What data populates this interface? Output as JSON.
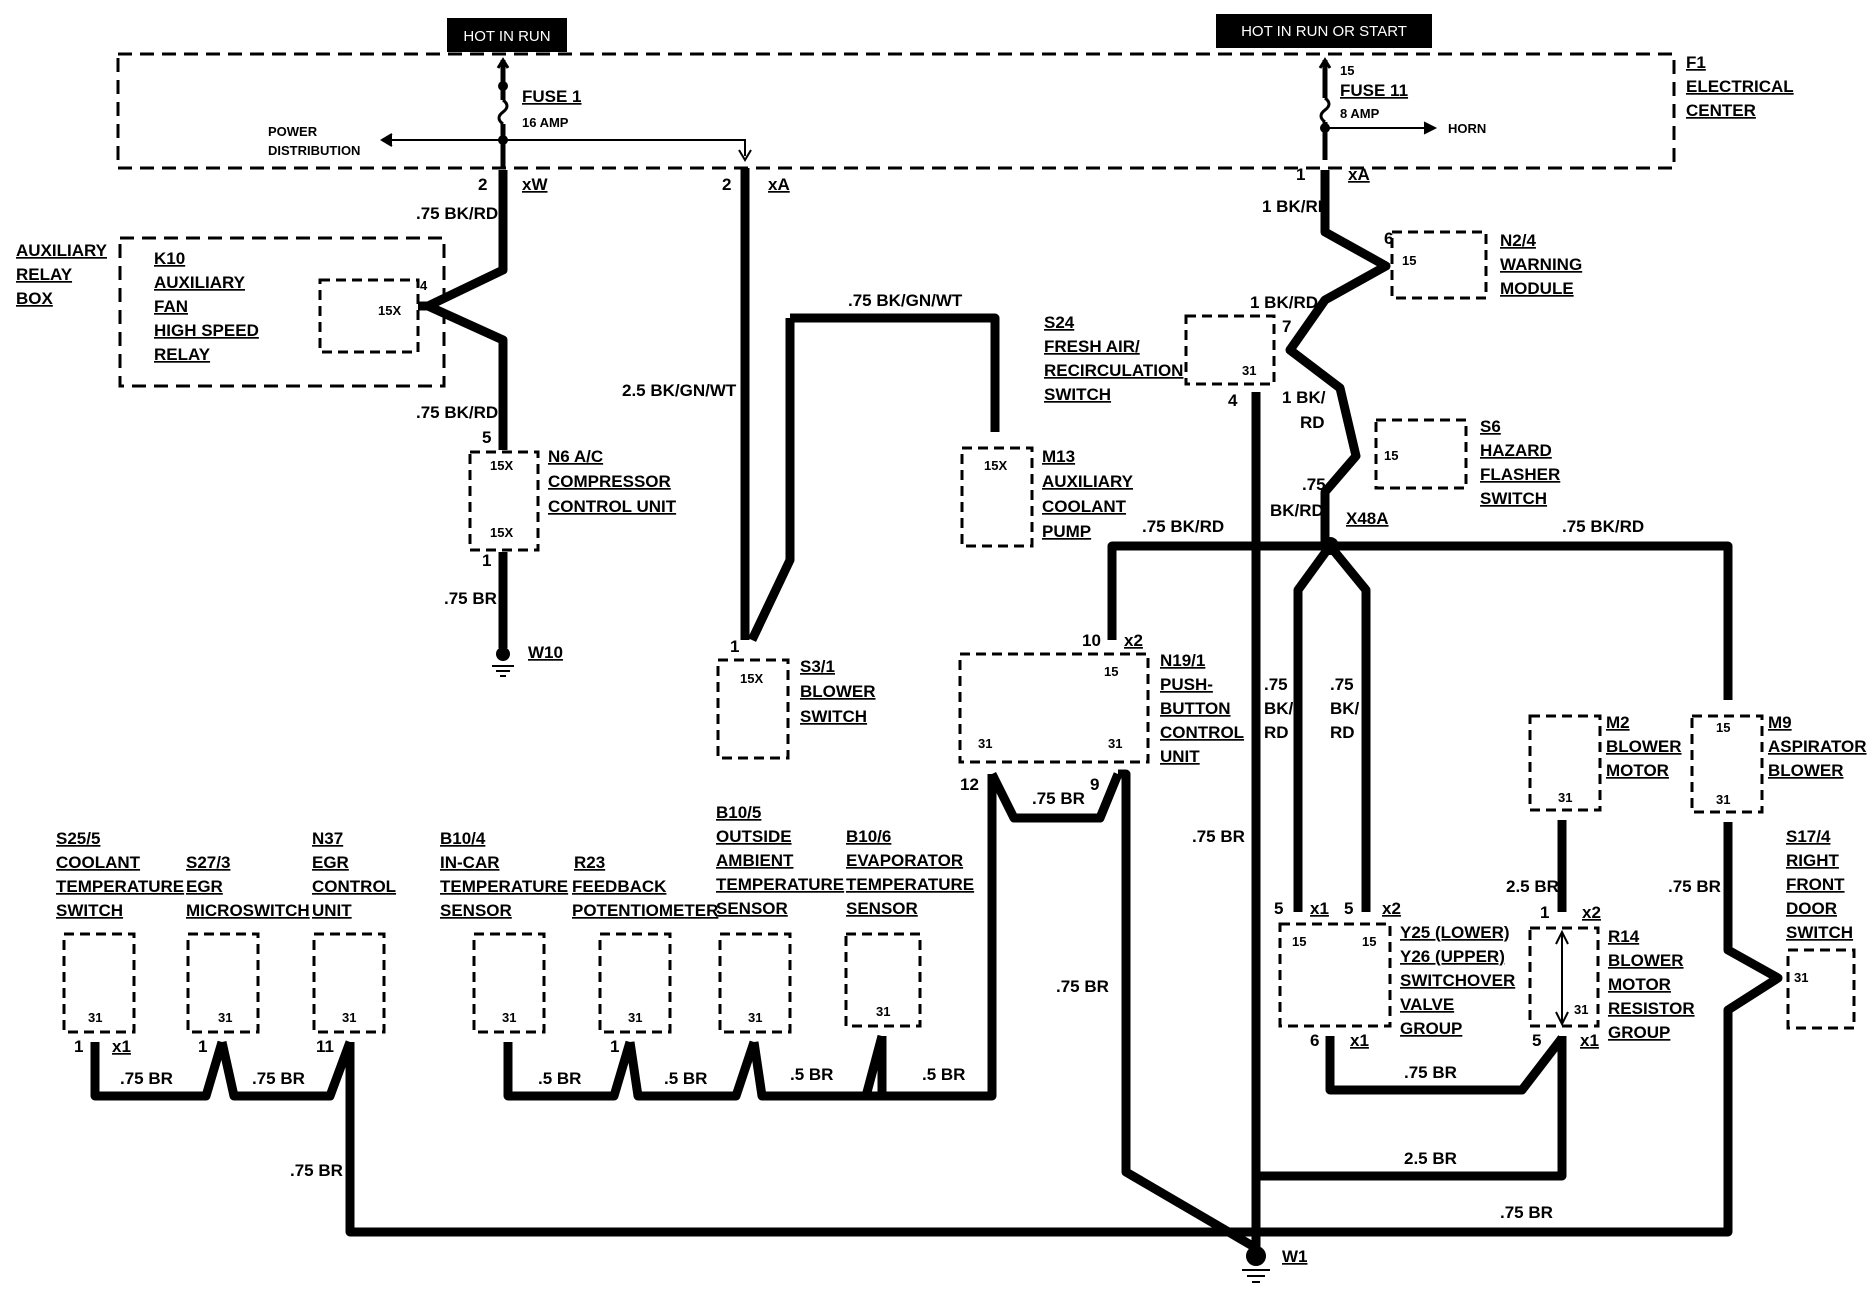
{
  "header": {
    "hot_in_run": "HOT IN RUN",
    "hot_in_run_or_start": "HOT IN RUN OR START"
  },
  "electrical_center": {
    "id": "F1",
    "line1": "ELECTRICAL",
    "line2": "CENTER"
  },
  "fuse1": {
    "name": "FUSE 1",
    "rating": "16 AMP"
  },
  "fuse11": {
    "name": "FUSE 11",
    "rating": "8 AMP",
    "pin": "15"
  },
  "power_distribution": {
    "line1": "POWER",
    "line2": "DISTRIBUTION"
  },
  "horn": "HORN",
  "aux_relay_box": {
    "line1": "AUXILIARY",
    "line2": "RELAY",
    "line3": "BOX"
  },
  "k10": {
    "id": "K10",
    "line1": "AUXILIARY",
    "line2": "FAN",
    "line3": "HIGH SPEED",
    "line4": "RELAY",
    "pin_label": "15X",
    "pin": "4"
  },
  "n6": {
    "id": "N6 A/C",
    "line1": "COMPRESSOR",
    "line2": "CONTROL UNIT",
    "pin_top": "15X",
    "pin_bottom": "15X",
    "pin5": "5",
    "pin1": "1"
  },
  "w10": "W10",
  "s3_1": {
    "id": "S3/1",
    "line1": "BLOWER",
    "line2": "SWITCH",
    "pin_label": "15X",
    "pin": "1"
  },
  "m13": {
    "id": "M13",
    "line1": "AUXILIARY",
    "line2": "COOLANT",
    "line3": "PUMP",
    "pin_label": "15X"
  },
  "s24": {
    "id": "S24",
    "line1": "FRESH AIR/",
    "line2": "RECIRCULATION",
    "line3": "SWITCH",
    "pin_label": "31",
    "pin7": "7",
    "pin4": "4"
  },
  "n2_4": {
    "id": "N2/4",
    "line1": "WARNING",
    "line2": "MODULE",
    "pin_label": "15",
    "pin": "6"
  },
  "s6": {
    "id": "S6",
    "line1": "HAZARD",
    "line2": "FLASHER",
    "line3": "SWITCH",
    "pin_label": "15"
  },
  "x48a": "X48A",
  "n19_1": {
    "id": "N19/1",
    "line1": "PUSH-",
    "line2": "BUTTON",
    "line3": "CONTROL",
    "line4": "UNIT",
    "pin15": "15",
    "pin31a": "31",
    "pin31b": "31",
    "pin10": "10",
    "pin12": "12",
    "pin9": "9",
    "conn": "x2"
  },
  "m2": {
    "id": "M2",
    "line1": "BLOWER",
    "line2": "MOTOR",
    "pin_label": "31"
  },
  "m9": {
    "id": "M9",
    "line1": "ASPIRATOR",
    "line2": "BLOWER",
    "pin15": "15",
    "pin31": "31"
  },
  "s17_4": {
    "id": "S17/4",
    "line1": "RIGHT",
    "line2": "FRONT",
    "line3": "DOOR",
    "line4": "SWITCH",
    "pin_label": "31"
  },
  "y25": {
    "line1": "Y25 (LOWER)",
    "line2": "Y26 (UPPER)",
    "line3": "SWITCHOVER",
    "line4": "VALVE",
    "line5": "GROUP",
    "pin15a": "15",
    "pin15b": "15",
    "pin5a": "5",
    "pin5b": "5",
    "pin6": "6",
    "conn1": "x1",
    "conn2": "x2",
    "conn3": "x1"
  },
  "r14": {
    "id": "R14",
    "line1": "BLOWER",
    "line2": "MOTOR",
    "line3": "RESISTOR",
    "line4": "GROUP",
    "pin31": "31",
    "pin1": "1",
    "pin5": "5",
    "conn1": "x2",
    "conn2": "x1"
  },
  "s25_5": {
    "id": "S25/5",
    "line1": "COOLANT",
    "line2": "TEMPERATURE",
    "line3": "SWITCH",
    "pin_label": "31",
    "pin": "1",
    "conn": "x1"
  },
  "s27_3": {
    "id": "S27/3",
    "line1": "EGR",
    "line2": "MICROSWITCH",
    "pin_label": "31",
    "pin": "1"
  },
  "n37": {
    "id": "N37",
    "line1": "EGR",
    "line2": "CONTROL",
    "line3": "UNIT",
    "pin_label": "31",
    "pin": "11"
  },
  "b10_4": {
    "id": "B10/4",
    "line1": "IN-CAR",
    "line2": "TEMPERATURE",
    "line3": "SENSOR",
    "pin_label": "31"
  },
  "r23": {
    "id": "R23",
    "line1": "FEEDBACK",
    "line2": "POTENTIOMETER",
    "pin_label": "31",
    "pin": "1"
  },
  "b10_5": {
    "id": "B10/5",
    "line1": "OUTSIDE",
    "line2": "AMBIENT",
    "line3": "TEMPERATURE",
    "line4": "SENSOR",
    "pin_label": "31"
  },
  "b10_6": {
    "id": "B10/6",
    "line1": "EVAPORATOR",
    "line2": "TEMPERATURE",
    "line3": "SENSOR",
    "pin_label": "31"
  },
  "w1": "W1",
  "conn": {
    "xW": "xW",
    "xA1": "xA",
    "xA2": "xA",
    "pin2a": "2",
    "pin2b": "2",
    "pin1": "1"
  },
  "wires": {
    "w_075bkrd_a": ".75 BK/RD",
    "w_075bkrd_b": ".75 BK/RD",
    "w_075br_w10": ".75 BR",
    "w_25bkgnwt": "2.5 BK/GN/WT",
    "w_075bkgnwt": ".75 BK/GN/WT",
    "w_1bkrd_a": "1 BK/RD",
    "w_1bkrd_b": "1 BK/RD",
    "w_1bk": "1 BK/",
    "w_rd": "RD",
    "w_075": ".75",
    "w_bkrd": "BK/RD",
    "w_075bkrd_n19": ".75 BK/RD",
    "w_075bkrd_m9": ".75 BK/RD",
    "w_075_y25a": ".75",
    "w_bk_y25a": "BK/",
    "w_rd_y25a": "RD",
    "w_075_y25b": ".75",
    "w_bk_y25b": "BK/",
    "w_rd_y25b": "RD",
    "w_075br_n19": ".75 BR",
    "w_075br_s24": ".75 BR",
    "w_075br_bot": ".75 BR",
    "w_075br_y25": ".75 BR",
    "w_25br_m2": "2.5 BR",
    "w_075br_m9": ".75 BR",
    "w_25br_bot": "2.5 BR",
    "w_075br_right": ".75 BR",
    "w_075br_s25": ".75 BR",
    "w_075br_s27": ".75 BR",
    "w_075br_n37": ".75 BR",
    "w_05br_a": ".5 BR",
    "w_05br_b": ".5 BR",
    "w_05br_c": ".5 BR",
    "w_05br_d": ".5 BR"
  }
}
